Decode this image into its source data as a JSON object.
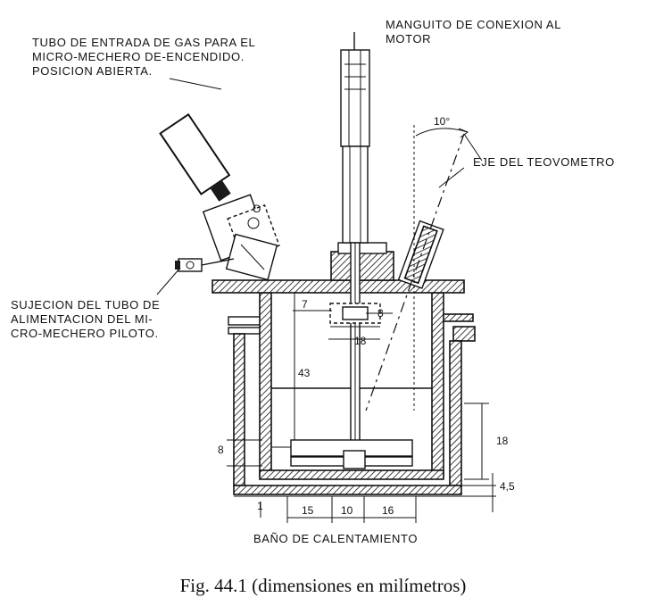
{
  "labels": {
    "manguito": "MANGUITO DE CONEXION AL",
    "manguito_2": "MOTOR",
    "tubo_1": "TUBO DE ENTRADA DE GAS PARA EL",
    "tubo_2": "MICRO-MECHERO DE-ENCENDIDO.",
    "tubo_3": "POSICION ABIERTA.",
    "eje": "EJE DEL TEOVOMETRO",
    "sujecion_1": "SUJECION DEL TUBO DE",
    "sujecion_2": "ALIMENTACION DEL MI-",
    "sujecion_3": "CRO-MECHERO PILOTO.",
    "bano": "BAÑO DE CALENTAMIENTO",
    "angle": "10°",
    "open_marker": "O"
  },
  "dimensions": {
    "d7": "7",
    "d8": "8",
    "d18_top": "18",
    "d43": "43",
    "d18_right": "18",
    "d8_left": "8",
    "d1": "1",
    "d15": "15",
    "d10": "10",
    "d16": "16",
    "d4_5": "4,5"
  },
  "caption": "Fig. 44.1 (dimensiones en milímetros)"
}
